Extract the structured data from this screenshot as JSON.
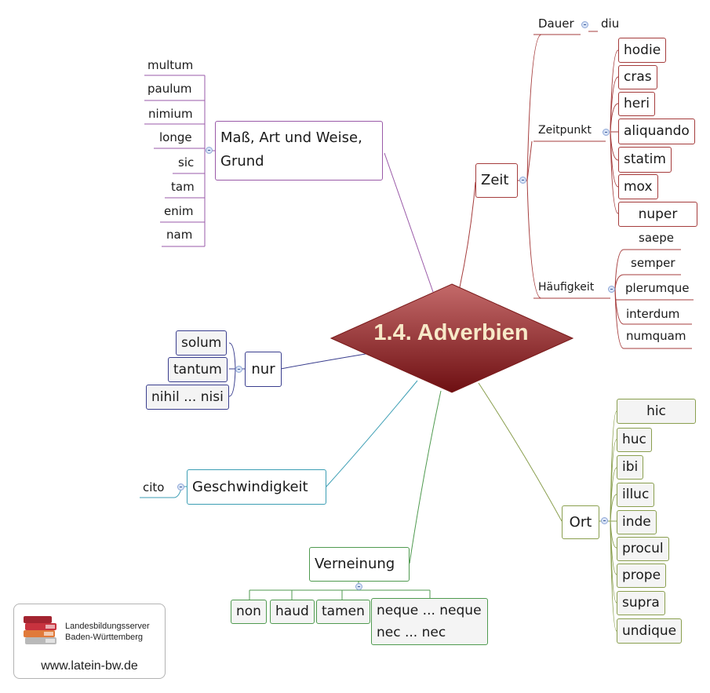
{
  "center": {
    "label": "1.4. Adverbien"
  },
  "branches": {
    "mass": {
      "label_line1": "Maß, Art und Weise,",
      "label_line2": "Grund",
      "items": [
        "multum",
        "paulum",
        "nimium",
        "longe",
        "sic",
        "tam",
        "enim",
        "nam"
      ]
    },
    "zeit": {
      "label": "Zeit",
      "dauer": {
        "label": "Dauer",
        "items": [
          "diu"
        ]
      },
      "zeitpunkt": {
        "label": "Zeitpunkt",
        "items": [
          "hodie",
          "cras",
          "heri",
          "aliquando",
          "statim",
          "mox",
          "nuper"
        ]
      },
      "haeufigkeit": {
        "label": "Häufigkeit",
        "items": [
          "saepe",
          "semper",
          "plerumque",
          "interdum",
          "numquam"
        ]
      }
    },
    "nur": {
      "label": "nur",
      "items": [
        "solum",
        "tantum",
        "nihil ... nisi"
      ]
    },
    "geschwindigkeit": {
      "label": "Geschwindigkeit",
      "items": [
        "cito"
      ]
    },
    "verneinung": {
      "label": "Verneinung",
      "items": [
        "non",
        "haud",
        "tamen"
      ],
      "last_line1": "neque ... neque",
      "last_line2": "nec ... nec"
    },
    "ort": {
      "label": "Ort",
      "items": [
        "hic",
        "huc",
        "ibi",
        "illuc",
        "inde",
        "procul",
        "prope",
        "supra",
        "undique"
      ]
    }
  },
  "logo": {
    "line1": "Landesbildungsserver",
    "line2": "Baden-Württemberg",
    "url": "www.latein-bw.de"
  },
  "colors": {
    "mass": "#9a5aa8",
    "zeit": "#a53c3c",
    "nur": "#3a3e8e",
    "geschwindigkeit": "#3c9eb4",
    "verneinung": "#4f9a4f",
    "ort": "#8a9f4f",
    "center_fill_top": "#b95a5a",
    "center_fill_bottom": "#6e0f12",
    "center_text": "#f7e9c8"
  }
}
